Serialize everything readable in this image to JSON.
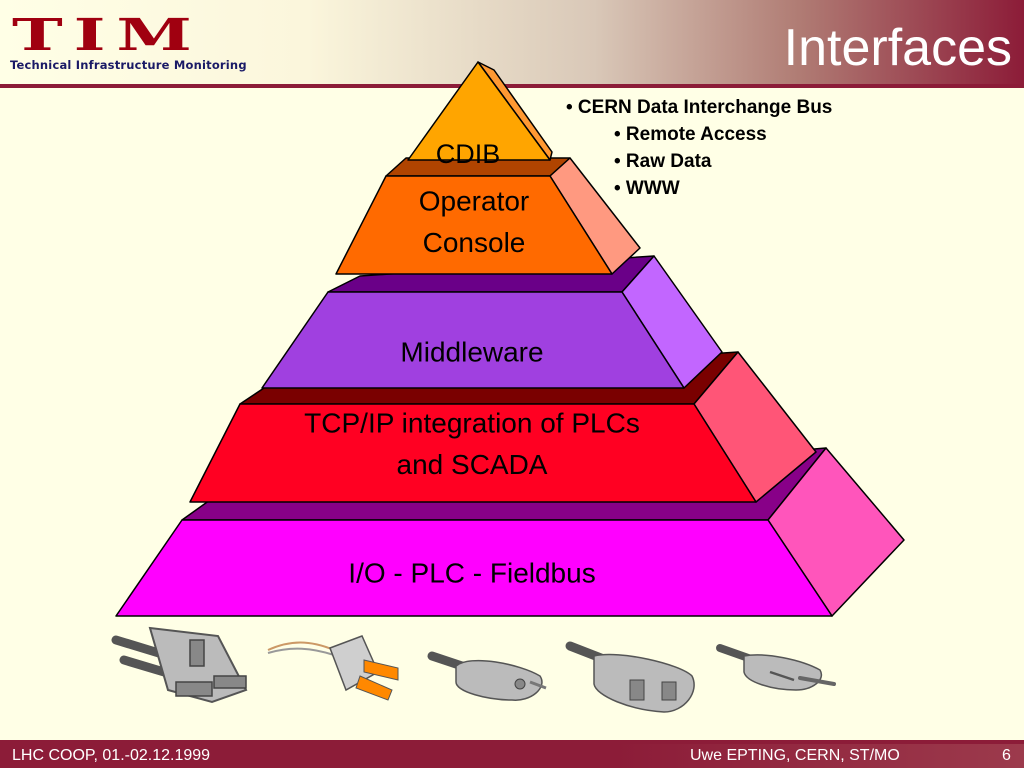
{
  "logo": {
    "text": "TIM",
    "subtitle": "Technical Infrastructure Monitoring"
  },
  "slide": {
    "title": "Interfaces"
  },
  "bullets": [
    {
      "text": "• CERN Data Interchange Bus",
      "level": 1
    },
    {
      "text": "• Remote Access",
      "level": 2
    },
    {
      "text": "• Raw Data",
      "level": 2
    },
    {
      "text": "• WWW",
      "level": 2
    }
  ],
  "pyramid": {
    "levels": [
      {
        "lines": [
          "CDIB"
        ],
        "front": "#ffa500",
        "side": "#ff9933",
        "top": "#dd8800"
      },
      {
        "lines": [
          "Operator",
          "Console"
        ],
        "front": "#ff6a00",
        "side": "#ff9980",
        "top": "#b04400"
      },
      {
        "lines": [
          "Middleware"
        ],
        "front": "#a040e0",
        "side": "#c266ff",
        "top": "#6a0088"
      },
      {
        "lines": [
          "TCP/IP integration of PLCs",
          "and SCADA"
        ],
        "front": "#ff0022",
        "side": "#ff5577",
        "top": "#7a0000"
      },
      {
        "lines": [
          "I/O - PLC - Fieldbus"
        ],
        "front": "#ff00ff",
        "side": "#ff55bb",
        "top": "#880088"
      }
    ]
  },
  "plugs": [
    "uk-plug-icon",
    "us-plug-icon",
    "euro-plug-icon",
    "swiss-plug-icon",
    "small-euro-plug-icon"
  ],
  "footer": {
    "left": "LHC COOP, 01.-02.12.1999",
    "right": "Uwe EPTING, CERN, ST/MO",
    "page": "6"
  }
}
